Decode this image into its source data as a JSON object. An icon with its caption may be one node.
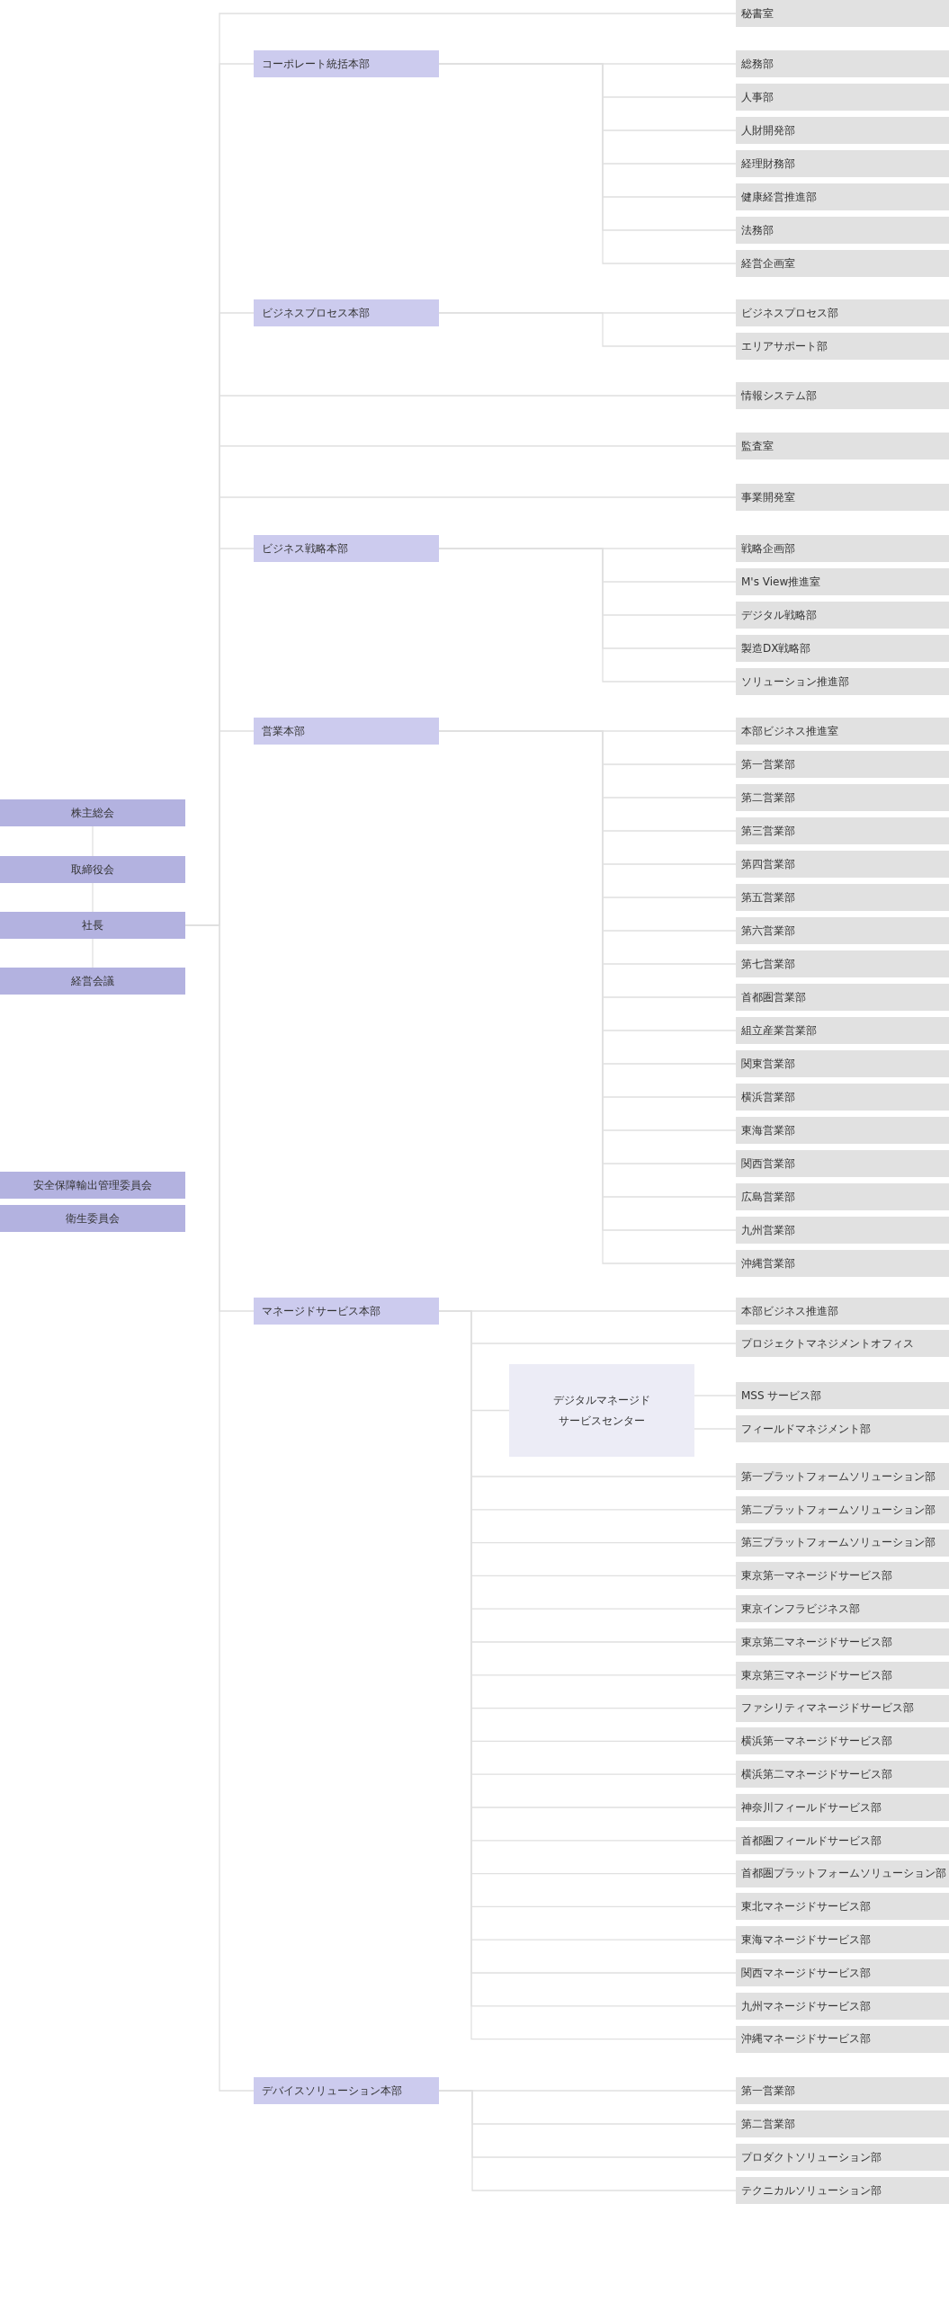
{
  "diagram": {
    "nodes": [
      {
        "text": [
          "株主総会"
        ]
      },
      {
        "text": [
          "取締役会"
        ]
      },
      {
        "text": [
          "社長"
        ]
      },
      {
        "text": [
          "経営会議"
        ]
      },
      {
        "text": [
          "安全保障輸出管理委員会"
        ]
      },
      {
        "text": [
          "衛生委員会"
        ]
      },
      {
        "text": [
          "秘書室"
        ]
      },
      {
        "text": [
          "コーポレート統括本部"
        ]
      },
      {
        "text": [
          "総務部"
        ]
      },
      {
        "text": [
          "人事部"
        ]
      },
      {
        "text": [
          "人財開発部"
        ]
      },
      {
        "text": [
          "経理財務部"
        ]
      },
      {
        "text": [
          "健康経営推進部"
        ]
      },
      {
        "text": [
          "法務部"
        ]
      },
      {
        "text": [
          "経営企画室"
        ]
      },
      {
        "text": [
          "ビジネスプロセス本部"
        ]
      },
      {
        "text": [
          "ビジネスプロセス部"
        ]
      },
      {
        "text": [
          "エリアサポート部"
        ]
      },
      {
        "text": [
          "情報システム部"
        ]
      },
      {
        "text": [
          "監査室"
        ]
      },
      {
        "text": [
          "事業開発室"
        ]
      },
      {
        "text": [
          "ビジネス戦略本部"
        ]
      },
      {
        "text": [
          "戦略企画部"
        ]
      },
      {
        "text": [
          "M's View推進室"
        ]
      },
      {
        "text": [
          "デジタル戦略部"
        ]
      },
      {
        "text": [
          "製造DX戦略部"
        ]
      },
      {
        "text": [
          "ソリューション推進部"
        ]
      },
      {
        "text": [
          "営業本部"
        ]
      },
      {
        "text": [
          "本部ビジネス推進室"
        ]
      },
      {
        "text": [
          "第一営業部"
        ]
      },
      {
        "text": [
          "第二営業部"
        ]
      },
      {
        "text": [
          "第三営業部"
        ]
      },
      {
        "text": [
          "第四営業部"
        ]
      },
      {
        "text": [
          "第五営業部"
        ]
      },
      {
        "text": [
          "第六営業部"
        ]
      },
      {
        "text": [
          "第七営業部"
        ]
      },
      {
        "text": [
          "首都圏営業部"
        ]
      },
      {
        "text": [
          "組立産業営業部"
        ]
      },
      {
        "text": [
          "関東営業部"
        ]
      },
      {
        "text": [
          "横浜営業部"
        ]
      },
      {
        "text": [
          "東海営業部"
        ]
      },
      {
        "text": [
          "関西営業部"
        ]
      },
      {
        "text": [
          "広島営業部"
        ]
      },
      {
        "text": [
          "九州営業部"
        ]
      },
      {
        "text": [
          "沖縄営業部"
        ]
      },
      {
        "text": [
          "マネージドサービス本部"
        ]
      },
      {
        "text": [
          "本部ビジネス推進部"
        ]
      },
      {
        "text": [
          "プロジェクトマネジメントオフィス"
        ]
      },
      {
        "text": [
          "デジタルマネージドサービスセンター"
        ]
      },
      {
        "text": [
          "MSS サービス部"
        ]
      },
      {
        "text": [
          "フィールドマネジメント部"
        ]
      },
      {
        "text": [
          "第一プラットフォームソリューション部"
        ]
      },
      {
        "text": [
          "第二プラットフォームソリューション部"
        ]
      },
      {
        "text": [
          "第三プラットフォームソリューション部"
        ]
      },
      {
        "text": [
          "東京第一マネージドサービス部"
        ]
      },
      {
        "text": [
          "東京インフラビジネス部"
        ]
      },
      {
        "text": [
          "東京第二マネージドサービス部"
        ]
      },
      {
        "text": [
          "東京第三マネージドサービス部"
        ]
      },
      {
        "text": [
          "ファシリティマネージドサービス部"
        ]
      },
      {
        "text": [
          "横浜第一マネージドサービス部"
        ]
      },
      {
        "text": [
          "横浜第二マネージドサービス部"
        ]
      },
      {
        "text": [
          "神奈川フィールドサービス部"
        ]
      },
      {
        "text": [
          "首都圏フィールドサービス部"
        ]
      },
      {
        "text": [
          "首都圏プラットフォームソリューション部"
        ]
      },
      {
        "text": [
          "東北マネージドサービス部"
        ]
      },
      {
        "text": [
          "東海マネージドサービス部"
        ]
      },
      {
        "text": [
          "関西マネージドサービス部"
        ]
      },
      {
        "text": [
          "九州マネージドサービス部"
        ]
      },
      {
        "text": [
          "沖縄マネージドサービス部"
        ]
      },
      {
        "text": [
          "デバイスソリューション本部"
        ]
      },
      {
        "text": [
          "第一営業部"
        ]
      },
      {
        "text": [
          "第二営業部"
        ]
      },
      {
        "text": [
          "プロダクトソリューション部"
        ]
      },
      {
        "text": [
          "テクニカルソリューション部"
        ]
      }
    ],
    "edges": [
      {
        "from": 0,
        "to": 1,
        "arrow": "none"
      },
      {
        "from": 1,
        "to": 2,
        "arrow": "none"
      },
      {
        "from": 2,
        "to": 3,
        "arrow": "none"
      },
      {
        "from": 2,
        "to": 6,
        "arrow": "none"
      },
      {
        "from": 2,
        "to": 7,
        "arrow": "none"
      },
      {
        "from": 2,
        "to": 15,
        "arrow": "none"
      },
      {
        "from": 2,
        "to": 18,
        "arrow": "none"
      },
      {
        "from": 2,
        "to": 19,
        "arrow": "none"
      },
      {
        "from": 2,
        "to": 20,
        "arrow": "none"
      },
      {
        "from": 2,
        "to": 21,
        "arrow": "none"
      },
      {
        "from": 2,
        "to": 27,
        "arrow": "none"
      },
      {
        "from": 2,
        "to": 45,
        "arrow": "none"
      },
      {
        "from": 2,
        "to": 69,
        "arrow": "none"
      },
      {
        "from": 7,
        "to": 8,
        "arrow": "none"
      },
      {
        "from": 7,
        "to": 9,
        "arrow": "none"
      },
      {
        "from": 7,
        "to": 10,
        "arrow": "none"
      },
      {
        "from": 7,
        "to": 11,
        "arrow": "none"
      },
      {
        "from": 7,
        "to": 12,
        "arrow": "none"
      },
      {
        "from": 7,
        "to": 13,
        "arrow": "none"
      },
      {
        "from": 7,
        "to": 14,
        "arrow": "none"
      },
      {
        "from": 15,
        "to": 16,
        "arrow": "none"
      },
      {
        "from": 15,
        "to": 17,
        "arrow": "none"
      },
      {
        "from": 21,
        "to": 22,
        "arrow": "none"
      },
      {
        "from": 21,
        "to": 23,
        "arrow": "none"
      },
      {
        "from": 21,
        "to": 24,
        "arrow": "none"
      },
      {
        "from": 21,
        "to": 25,
        "arrow": "none"
      },
      {
        "from": 21,
        "to": 26,
        "arrow": "none"
      },
      {
        "from": 27,
        "to": 28,
        "arrow": "none"
      },
      {
        "from": 27,
        "to": 29,
        "arrow": "none"
      },
      {
        "from": 27,
        "to": 30,
        "arrow": "none"
      },
      {
        "from": 27,
        "to": 31,
        "arrow": "none"
      },
      {
        "from": 27,
        "to": 32,
        "arrow": "none"
      },
      {
        "from": 27,
        "to": 33,
        "arrow": "none"
      },
      {
        "from": 27,
        "to": 34,
        "arrow": "none"
      },
      {
        "from": 27,
        "to": 35,
        "arrow": "none"
      },
      {
        "from": 27,
        "to": 36,
        "arrow": "none"
      },
      {
        "from": 27,
        "to": 37,
        "arrow": "none"
      },
      {
        "from": 27,
        "to": 38,
        "arrow": "none"
      },
      {
        "from": 27,
        "to": 39,
        "arrow": "none"
      },
      {
        "from": 27,
        "to": 40,
        "arrow": "none"
      },
      {
        "from": 27,
        "to": 41,
        "arrow": "none"
      },
      {
        "from": 27,
        "to": 42,
        "arrow": "none"
      },
      {
        "from": 27,
        "to": 43,
        "arrow": "none"
      },
      {
        "from": 27,
        "to": 44,
        "arrow": "none"
      },
      {
        "from": 45,
        "to": 46,
        "arrow": "none"
      },
      {
        "from": 45,
        "to": 47,
        "arrow": "none"
      },
      {
        "from": 45,
        "to": 48,
        "arrow": "none"
      },
      {
        "from": 48,
        "to": 49,
        "arrow": "none"
      },
      {
        "from": 48,
        "to": 50,
        "arrow": "none"
      },
      {
        "from": 45,
        "to": 51,
        "arrow": "none"
      },
      {
        "from": 45,
        "to": 52,
        "arrow": "none"
      },
      {
        "from": 45,
        "to": 53,
        "arrow": "none"
      },
      {
        "from": 45,
        "to": 54,
        "arrow": "none"
      },
      {
        "from": 45,
        "to": 55,
        "arrow": "none"
      },
      {
        "from": 45,
        "to": 56,
        "arrow": "none"
      },
      {
        "from": 45,
        "to": 57,
        "arrow": "none"
      },
      {
        "from": 45,
        "to": 58,
        "arrow": "none"
      },
      {
        "from": 45,
        "to": 59,
        "arrow": "none"
      },
      {
        "from": 45,
        "to": 60,
        "arrow": "none"
      },
      {
        "from": 45,
        "to": 61,
        "arrow": "none"
      },
      {
        "from": 45,
        "to": 62,
        "arrow": "none"
      },
      {
        "from": 45,
        "to": 63,
        "arrow": "none"
      },
      {
        "from": 45,
        "to": 64,
        "arrow": "none"
      },
      {
        "from": 45,
        "to": 65,
        "arrow": "none"
      },
      {
        "from": 45,
        "to": 66,
        "arrow": "none"
      },
      {
        "from": 45,
        "to": 67,
        "arrow": "none"
      },
      {
        "from": 45,
        "to": 68,
        "arrow": "none"
      },
      {
        "from": 69,
        "to": 70,
        "arrow": "none"
      },
      {
        "from": 69,
        "to": 71,
        "arrow": "none"
      },
      {
        "from": 69,
        "to": 72,
        "arrow": "none"
      },
      {
        "from": 69,
        "to": 73,
        "arrow": "none"
      }
    ]
  }
}
